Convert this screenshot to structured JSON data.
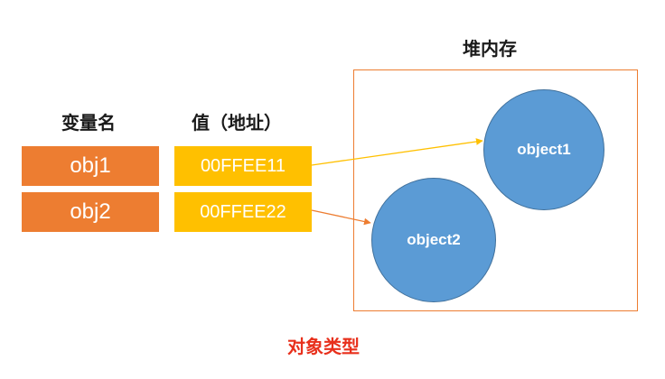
{
  "headers": {
    "variable_name": "变量名",
    "value_address": "值（地址）"
  },
  "heap": {
    "title": "堆内存"
  },
  "rows": [
    {
      "name": "obj1",
      "address": "00FFEE11",
      "target": "object1"
    },
    {
      "name": "obj2",
      "address": "00FFEE22",
      "target": "object2"
    }
  ],
  "objects": {
    "object1": "object1",
    "object2": "object2"
  },
  "caption": "对象类型",
  "colors": {
    "name_box": "#ED7D31",
    "address_box": "#FFC000",
    "heap_border": "#ED7D31",
    "object_fill": "#5B9BD5",
    "arrow1": "#FFC000",
    "arrow2": "#ED7D31",
    "caption": "#E8301C"
  }
}
